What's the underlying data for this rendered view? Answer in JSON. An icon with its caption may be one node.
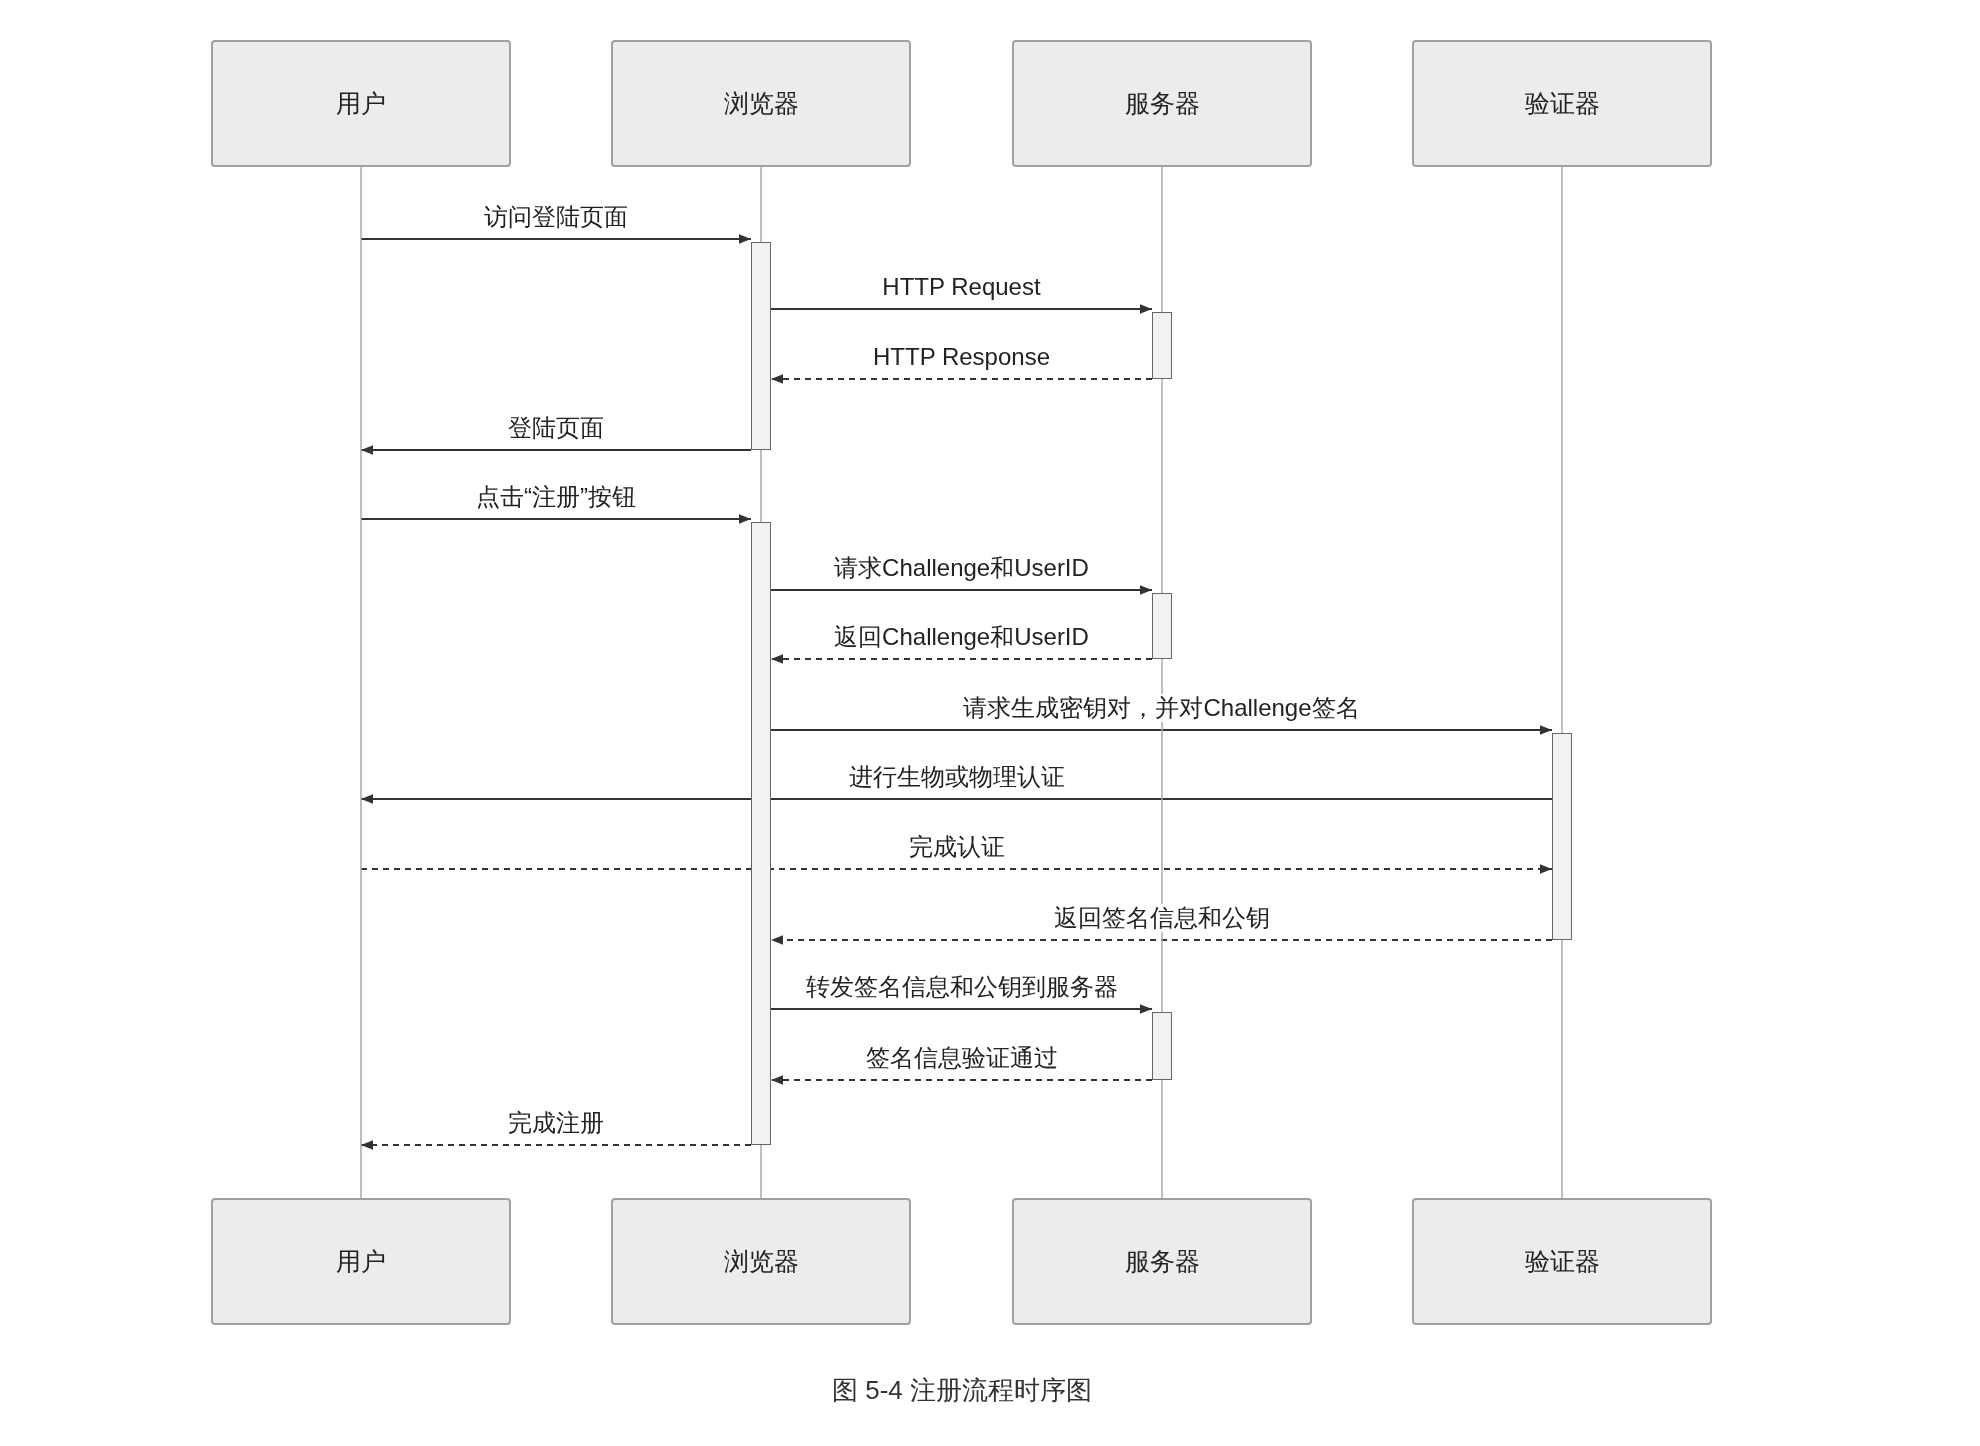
{
  "diagram": {
    "caption": "图 5-4 注册流程时序图",
    "nodes": [
      {
        "text": [
          "用户"
        ]
      },
      {
        "text": [
          "浏览器"
        ]
      },
      {
        "text": [
          "服务器"
        ]
      },
      {
        "text": [
          "验证器"
        ]
      },
      {
        "text": [],
        "shape": "bar"
      },
      {
        "text": [],
        "shape": "bar"
      },
      {
        "text": [],
        "shape": "bar"
      },
      {
        "text": [],
        "shape": "bar"
      },
      {
        "text": [],
        "shape": "bar"
      },
      {
        "text": [],
        "shape": "bar"
      },
      {
        "text": [
          "用户"
        ]
      },
      {
        "text": [
          "浏览器"
        ]
      },
      {
        "text": [
          "服务器"
        ]
      },
      {
        "text": [
          "验证器"
        ]
      }
    ],
    "edges": [
      {
        "from": null,
        "to": 4,
        "arrow": "to",
        "label": "访问登陆页面"
      },
      {
        "from": 4,
        "to": 5,
        "arrow": "to",
        "label": "HTTP Request"
      },
      {
        "from": 5,
        "to": 4,
        "arrow": "to",
        "label": "HTTP Response",
        "style": "dashed"
      },
      {
        "from": 4,
        "to": null,
        "arrow": "to",
        "label": "登陆页面"
      },
      {
        "from": null,
        "to": 6,
        "arrow": "to",
        "label": "点击“注册”按钮"
      },
      {
        "from": 6,
        "to": 7,
        "arrow": "to",
        "label": "请求Challenge和UserID"
      },
      {
        "from": 7,
        "to": 6,
        "arrow": "to",
        "label": "返回Challenge和UserID",
        "style": "dashed"
      },
      {
        "from": 6,
        "to": 8,
        "arrow": "to",
        "label": "请求生成密钥对，并对Challenge签名"
      },
      {
        "from": 8,
        "to": null,
        "arrow": "to",
        "label": "进行生物或物理认证"
      },
      {
        "from": null,
        "to": 8,
        "arrow": "to",
        "label": "完成认证",
        "style": "dashed"
      },
      {
        "from": 8,
        "to": 6,
        "arrow": "to",
        "label": "返回签名信息和公钥",
        "style": "dashed"
      },
      {
        "from": 6,
        "to": 9,
        "arrow": "to",
        "label": "转发签名信息和公钥到服务器"
      },
      {
        "from": 9,
        "to": 6,
        "arrow": "to",
        "label": "签名信息验证通过",
        "style": "dashed"
      },
      {
        "from": 6,
        "to": null,
        "arrow": "to",
        "label": "完成注册",
        "style": "dashed"
      },
      {
        "from": 0,
        "to": 10,
        "arrow": "none",
        "color": "#aaaaaa"
      },
      {
        "from": 1,
        "to": 4,
        "arrow": "none",
        "color": "#aaaaaa"
      },
      {
        "from": 4,
        "to": 6,
        "arrow": "none",
        "color": "#aaaaaa"
      },
      {
        "from": 6,
        "to": 11,
        "arrow": "none",
        "color": "#aaaaaa"
      },
      {
        "from": 2,
        "to": 5,
        "arrow": "none",
        "color": "#aaaaaa"
      },
      {
        "from": 5,
        "to": 7,
        "arrow": "none",
        "color": "#aaaaaa"
      },
      {
        "from": 7,
        "to": 9,
        "arrow": "none",
        "color": "#aaaaaa"
      },
      {
        "from": 9,
        "to": 12,
        "arrow": "none",
        "color": "#aaaaaa"
      },
      {
        "from": 3,
        "to": 8,
        "arrow": "none",
        "color": "#aaaaaa"
      },
      {
        "from": 8,
        "to": 13,
        "arrow": "none",
        "color": "#aaaaaa"
      }
    ]
  }
}
